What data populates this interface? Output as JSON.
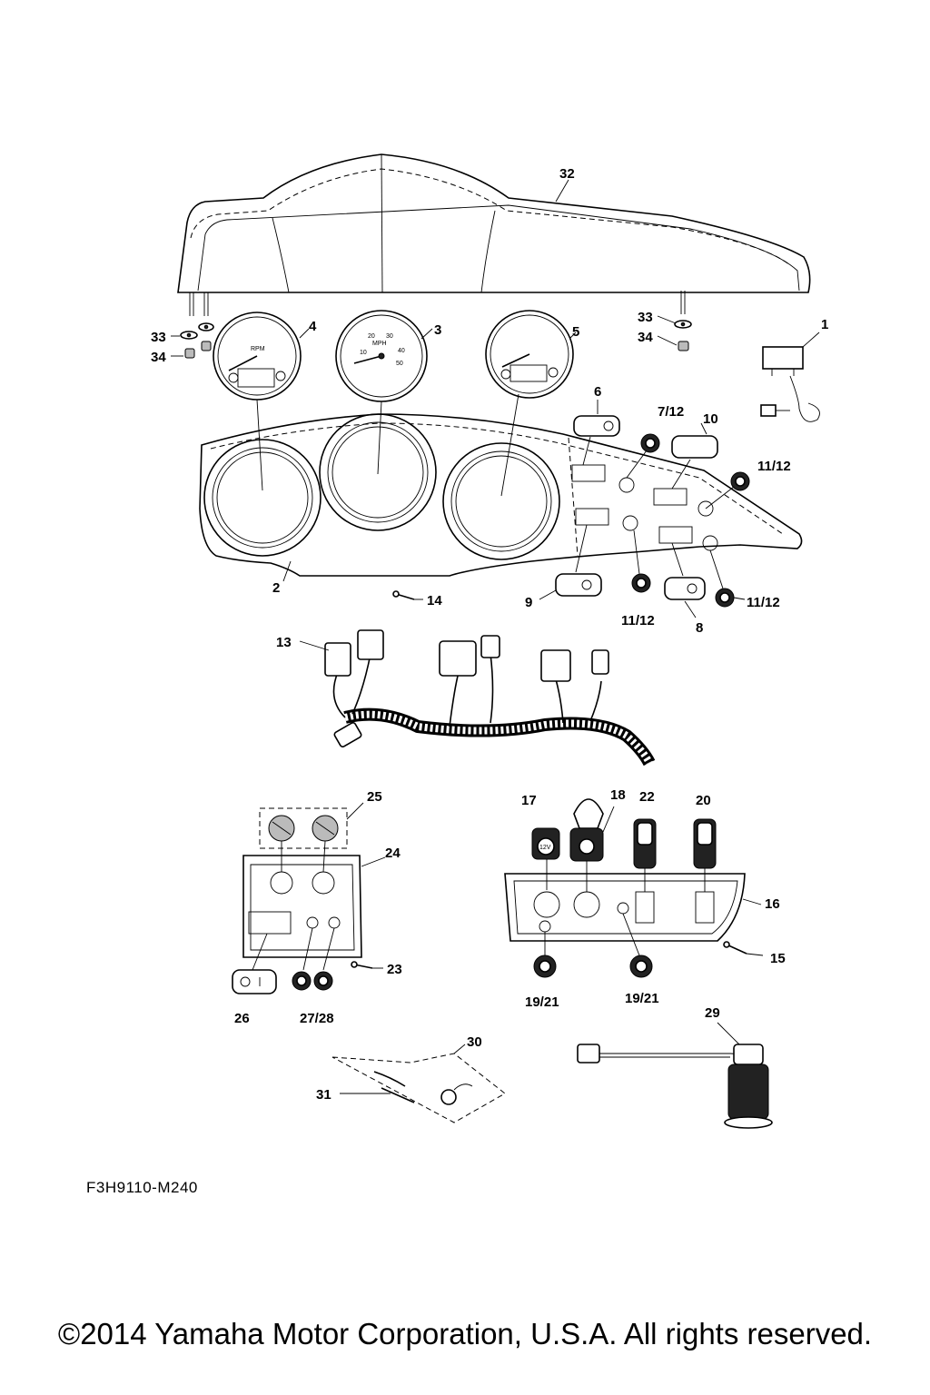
{
  "callouts": {
    "c1": "1",
    "c2": "2",
    "c3": "3",
    "c4": "4",
    "c5": "5",
    "c6": "6",
    "c7_12": "7/12",
    "c8": "8",
    "c9": "9",
    "c10": "10",
    "c11_12_a": "11/12",
    "c11_12_b": "11/12",
    "c11_12_c": "11/12",
    "c13": "13",
    "c14": "14",
    "c15": "15",
    "c16": "16",
    "c17": "17",
    "c18": "18",
    "c19_21_a": "19/21",
    "c19_21_b": "19/21",
    "c20": "20",
    "c22": "22",
    "c23": "23",
    "c24": "24",
    "c25": "25",
    "c26": "26",
    "c27_28": "27/28",
    "c29": "29",
    "c30": "30",
    "c31": "31",
    "c32": "32",
    "c33_a": "33",
    "c33_b": "33",
    "c34_a": "34",
    "c34_b": "34"
  },
  "gauges": {
    "speedo_unit": "MPH",
    "speedo_ticks": [
      "10",
      "20",
      "30",
      "40",
      "50"
    ],
    "tacho_unit": "RPM"
  },
  "socket_label": "12V",
  "part_code": "F3H9110-M240",
  "copyright": "©2014 Yamaha Motor Corporation, U.S.A. All rights reserved."
}
